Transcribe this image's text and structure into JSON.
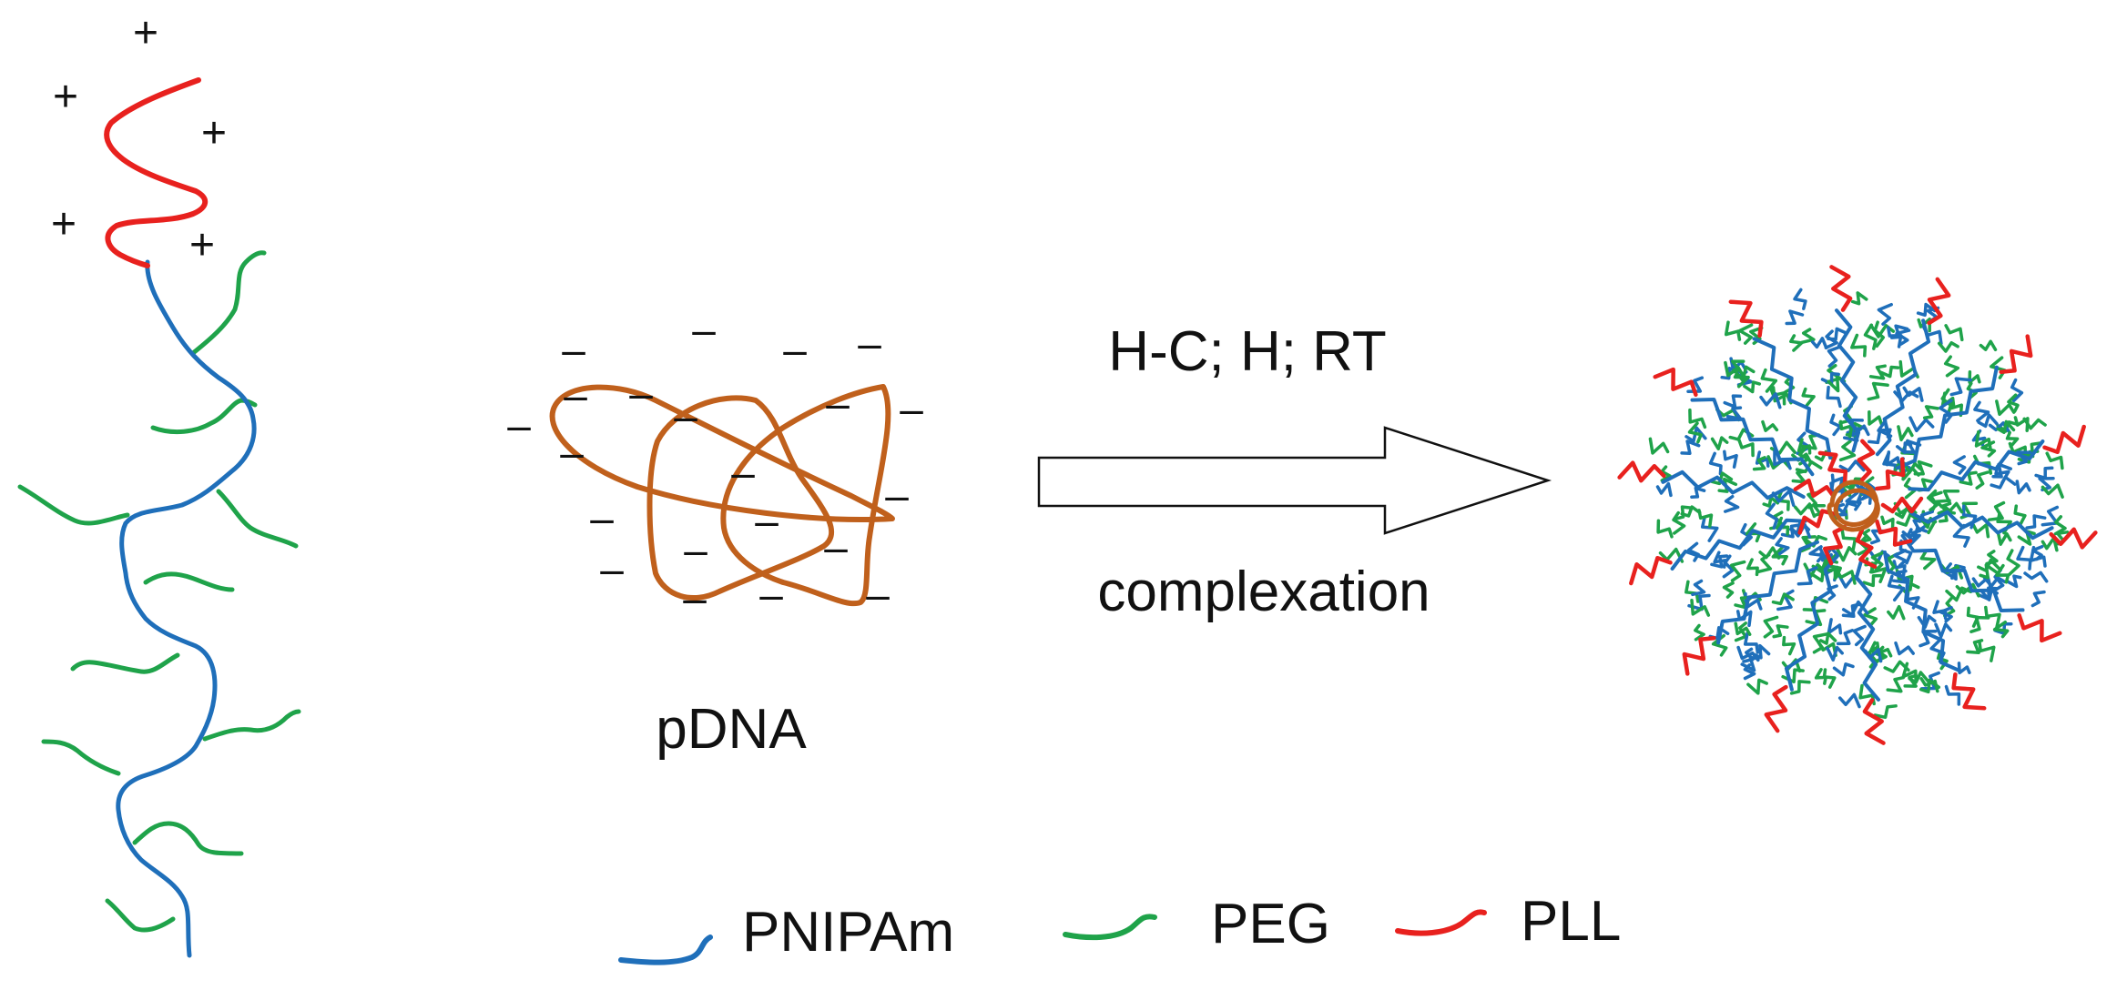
{
  "labels": {
    "pdna": "pDNA",
    "conditions": "H-C; H; RT",
    "process": "complexation"
  },
  "charges": {
    "positive": "+",
    "negative": "–"
  },
  "legend": [
    {
      "name": "PNIPAm",
      "color": "#1f6fba"
    },
    {
      "name": "PEG",
      "color": "#1fa34a"
    },
    {
      "name": "PLL",
      "color": "#e8211e"
    }
  ],
  "colors": {
    "pnipam": "#1f6fba",
    "peg": "#1fa34a",
    "pll": "#e8211e",
    "pdna": "#c0601c",
    "text": "#111111"
  }
}
